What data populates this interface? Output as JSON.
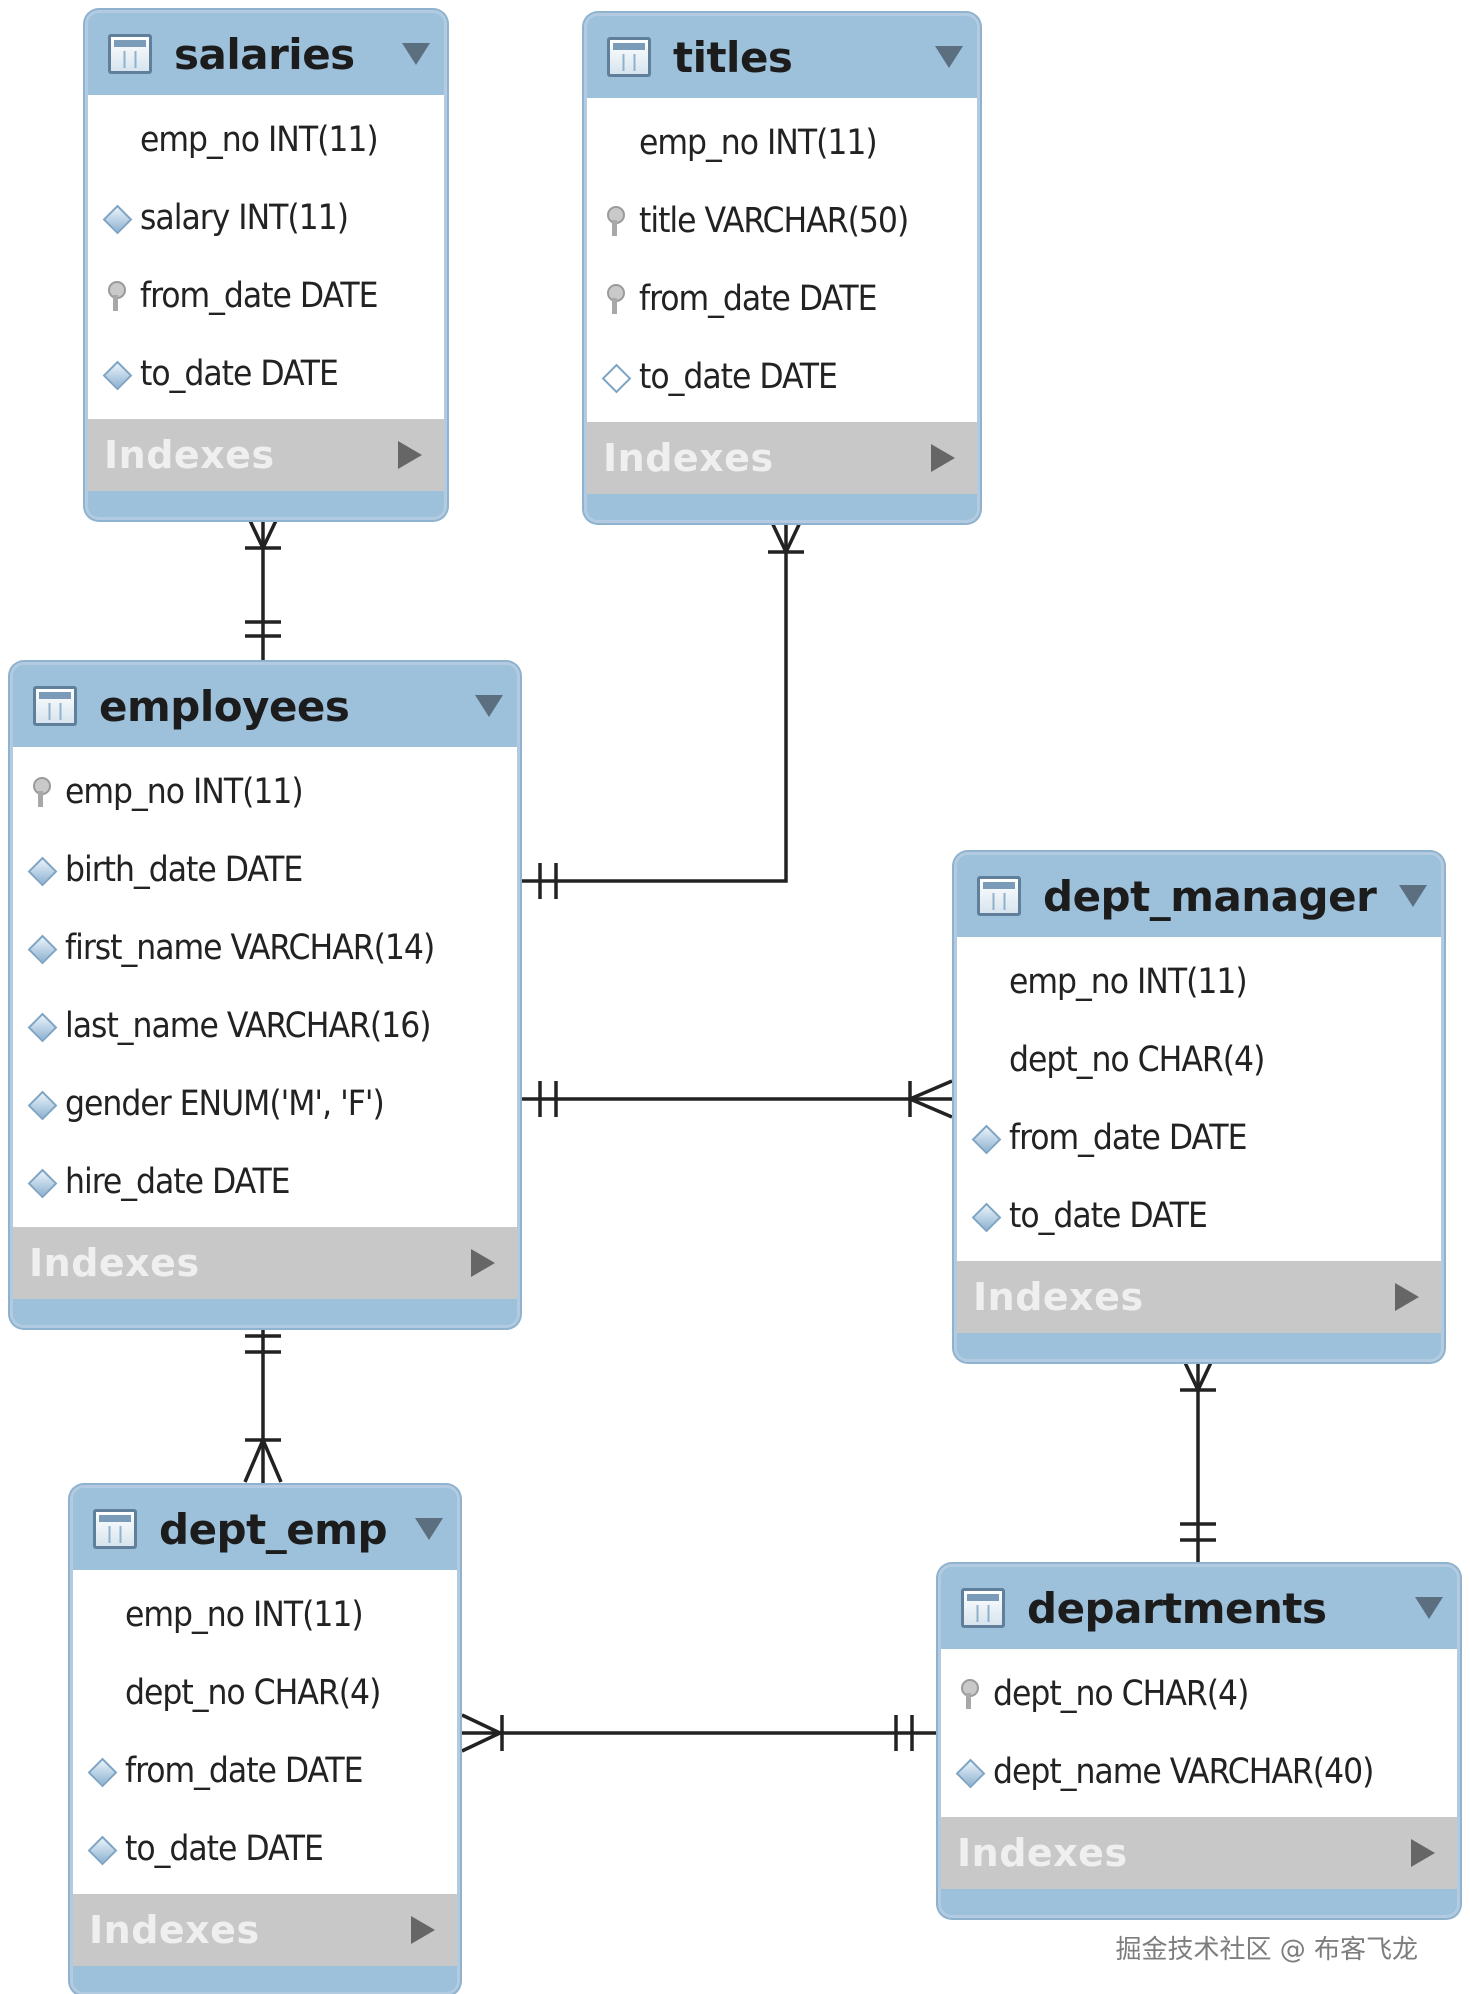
{
  "tables": {
    "salaries": {
      "name": "salaries",
      "columns": [
        {
          "text": "emp_no INT(11)",
          "icon": "none"
        },
        {
          "text": "salary INT(11)",
          "icon": "diamond-icon"
        },
        {
          "text": "from_date DATE",
          "icon": "key-icon"
        },
        {
          "text": "to_date DATE",
          "icon": "diamond-icon"
        }
      ],
      "indexes_label": "Indexes"
    },
    "titles": {
      "name": "titles",
      "columns": [
        {
          "text": "emp_no INT(11)",
          "icon": "none"
        },
        {
          "text": "title VARCHAR(50)",
          "icon": "key-icon"
        },
        {
          "text": "from_date DATE",
          "icon": "key-icon"
        },
        {
          "text": "to_date DATE",
          "icon": "diamond-open-icon"
        }
      ],
      "indexes_label": "Indexes"
    },
    "employees": {
      "name": "employees",
      "columns": [
        {
          "text": "emp_no INT(11)",
          "icon": "key-icon"
        },
        {
          "text": "birth_date DATE",
          "icon": "diamond-icon"
        },
        {
          "text": "first_name VARCHAR(14)",
          "icon": "diamond-icon"
        },
        {
          "text": "last_name VARCHAR(16)",
          "icon": "diamond-icon"
        },
        {
          "text": "gender ENUM('M', 'F')",
          "icon": "diamond-icon"
        },
        {
          "text": "hire_date DATE",
          "icon": "diamond-icon"
        }
      ],
      "indexes_label": "Indexes"
    },
    "dept_manager": {
      "name": "dept_manager",
      "columns": [
        {
          "text": "emp_no INT(11)",
          "icon": "none"
        },
        {
          "text": "dept_no CHAR(4)",
          "icon": "none"
        },
        {
          "text": "from_date DATE",
          "icon": "diamond-icon"
        },
        {
          "text": "to_date DATE",
          "icon": "diamond-icon"
        }
      ],
      "indexes_label": "Indexes"
    },
    "dept_emp": {
      "name": "dept_emp",
      "columns": [
        {
          "text": "emp_no INT(11)",
          "icon": "none"
        },
        {
          "text": "dept_no CHAR(4)",
          "icon": "none"
        },
        {
          "text": "from_date DATE",
          "icon": "diamond-icon"
        },
        {
          "text": "to_date DATE",
          "icon": "diamond-icon"
        }
      ],
      "indexes_label": "Indexes"
    },
    "departments": {
      "name": "departments",
      "columns": [
        {
          "text": "dept_no CHAR(4)",
          "icon": "key-icon"
        },
        {
          "text": "dept_name VARCHAR(40)",
          "icon": "diamond-icon"
        }
      ],
      "indexes_label": "Indexes"
    }
  },
  "relationships": [
    {
      "from": "employees",
      "to": "salaries",
      "from_cardinality": "one",
      "to_cardinality": "many"
    },
    {
      "from": "employees",
      "to": "titles",
      "from_cardinality": "one",
      "to_cardinality": "many"
    },
    {
      "from": "employees",
      "to": "dept_manager",
      "from_cardinality": "one",
      "to_cardinality": "one-or-many"
    },
    {
      "from": "employees",
      "to": "dept_emp",
      "from_cardinality": "one",
      "to_cardinality": "one-or-many"
    },
    {
      "from": "departments",
      "to": "dept_manager",
      "from_cardinality": "one",
      "to_cardinality": "many"
    },
    {
      "from": "departments",
      "to": "dept_emp",
      "from_cardinality": "one",
      "to_cardinality": "one-or-many"
    }
  ],
  "watermark": "掘金技术社区 @ 布客飞龙",
  "colors": {
    "header": "#9dc0db",
    "indexes_bar": "#c8c8c8",
    "line": "#222222"
  }
}
